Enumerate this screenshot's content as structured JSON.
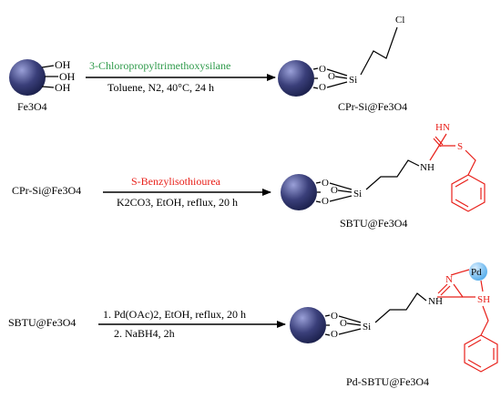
{
  "colors": {
    "sphere_dark": "#1a1f4a",
    "sphere_light": "#9aa0d8",
    "green_text": "#2e9a4a",
    "red_text": "#e8201a",
    "pd_ball": "#4aa7e8"
  },
  "step1": {
    "start_oh": [
      "OH",
      "OH",
      "OH"
    ],
    "start_label": "Fe3O4",
    "reagent": "3-Chloropropyltrimethoxysilane",
    "conditions": "Toluene, N2, 40°C, 24 h",
    "product_label": "CPr-Si@Fe3O4",
    "atoms": {
      "o1": "O",
      "o2": "O",
      "o3": "O",
      "si": "Si",
      "cl": "Cl"
    }
  },
  "step2": {
    "start_label": "CPr-Si@Fe3O4",
    "reagent": "S-Benzylisothiourea",
    "conditions": "K2CO3, EtOH, reflux, 20 h",
    "product_label": "SBTU@Fe3O4",
    "atoms": {
      "o1": "O",
      "o2": "O",
      "o3": "O",
      "si": "Si",
      "nh": "NH",
      "hn": "HN",
      "s": "S"
    }
  },
  "step3": {
    "start_label": "SBTU@Fe3O4",
    "conditions_1": "1. Pd(OAc)2, EtOH, reflux, 20 h",
    "conditions_2": "2. NaBH4, 2h",
    "product_label": "Pd-SBTU@Fe3O4",
    "atoms": {
      "o1": "O",
      "o2": "O",
      "o3": "O",
      "si": "Si",
      "nh": "NH",
      "n": "N",
      "sh": "SH",
      "pd": "Pd"
    }
  }
}
